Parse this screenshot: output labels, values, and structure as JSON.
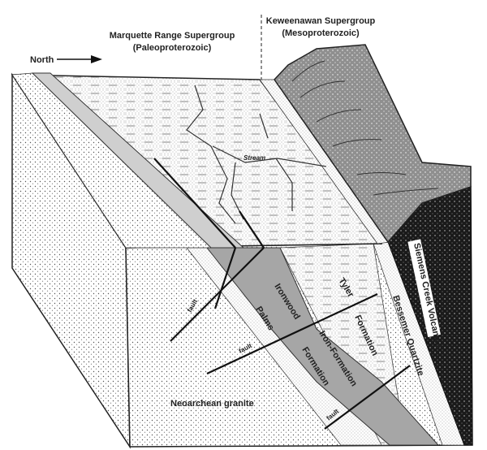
{
  "headers": {
    "marquette": {
      "name": "Marquette Range Supergroup",
      "age": "(Paleoproterozoic)"
    },
    "keweenawan": {
      "name": "Keweenawan Supergroup",
      "age": "(Mesoproterozoic)"
    }
  },
  "north_label": "North",
  "units": {
    "stream": "Stream",
    "ironwood": "Ironwood",
    "iron_formation": "Iron-Formation",
    "tyler": "Tyler",
    "tyler_formation": "Formation",
    "palms": "Palms",
    "palms_formation": "Formation",
    "bessemer": "Bessemer Quartzite",
    "siemens": "Siemens Creek Volcanics",
    "granite": "Neoarchean granite",
    "fault": "fault"
  },
  "colors": {
    "iron": "#a6a6a6",
    "iron_top": "#cfcfcf",
    "volcanic": "#1a1a1a",
    "keweenawan": "#8f8f8f"
  }
}
